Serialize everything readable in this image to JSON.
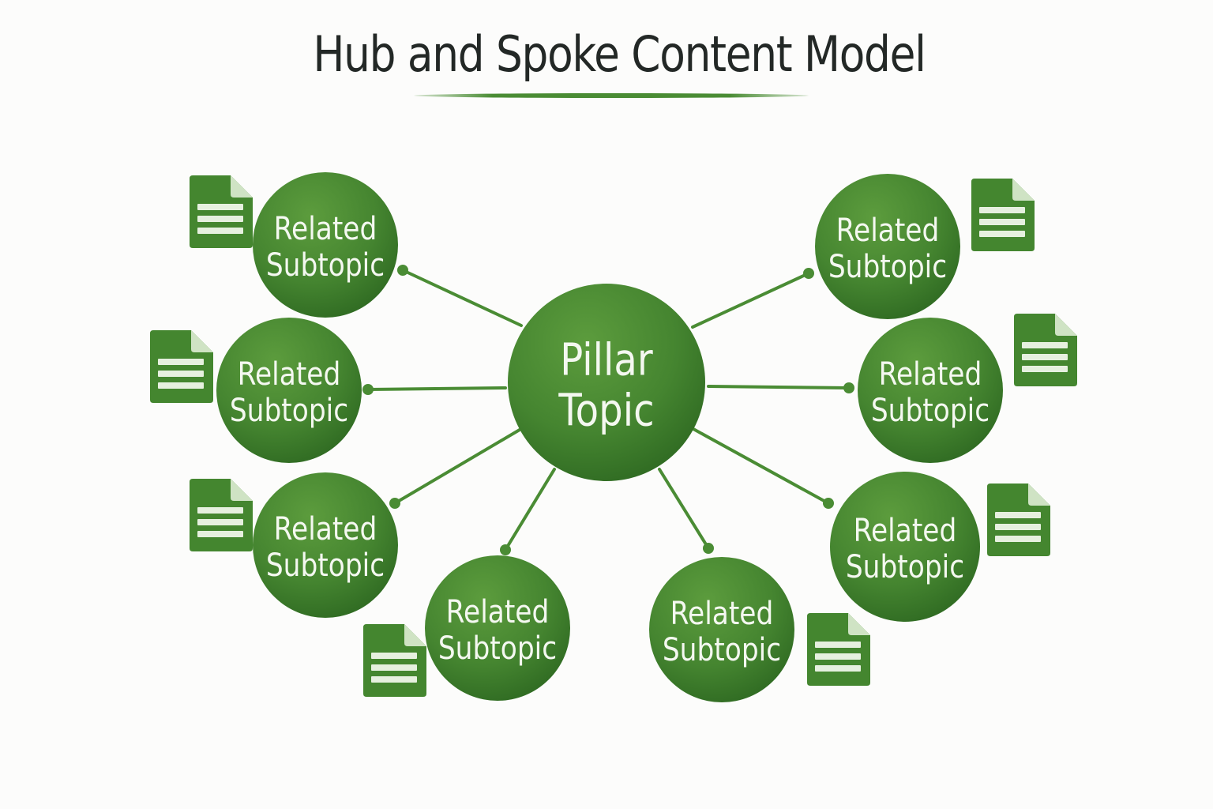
{
  "title": "Hub and Spoke Content Model",
  "colors": {
    "node_fill": "#3f7e2c",
    "node_light": "#5a9a3c",
    "line": "#4a8c34",
    "doc_fill": "#44862f",
    "doc_fold": "#cfe3c4",
    "doc_lines": "#e6f0df",
    "text": "#f4f8f0"
  },
  "hub": {
    "label_line1": "Pillar",
    "label_line2": "Topic"
  },
  "spokes": [
    {
      "label_line1": "Related",
      "label_line2": "Subtopic",
      "icon": "document-icon",
      "position": "top-left"
    },
    {
      "label_line1": "Related",
      "label_line2": "Subtopic",
      "icon": "document-icon",
      "position": "middle-left"
    },
    {
      "label_line1": "Related",
      "label_line2": "Subtopic",
      "icon": "document-icon",
      "position": "lower-left"
    },
    {
      "label_line1": "Related",
      "label_line2": "Subtopic",
      "icon": "document-icon",
      "position": "bottom-left"
    },
    {
      "label_line1": "Related",
      "label_line2": "Subtopic",
      "icon": "document-icon",
      "position": "bottom-right"
    },
    {
      "label_line1": "Related",
      "label_line2": "Subtopic",
      "icon": "document-icon",
      "position": "lower-right"
    },
    {
      "label_line1": "Related",
      "label_line2": "Subtopic",
      "icon": "document-icon",
      "position": "middle-right"
    },
    {
      "label_line1": "Related",
      "label_line2": "Subtopic",
      "icon": "document-icon",
      "position": "top-right"
    }
  ]
}
